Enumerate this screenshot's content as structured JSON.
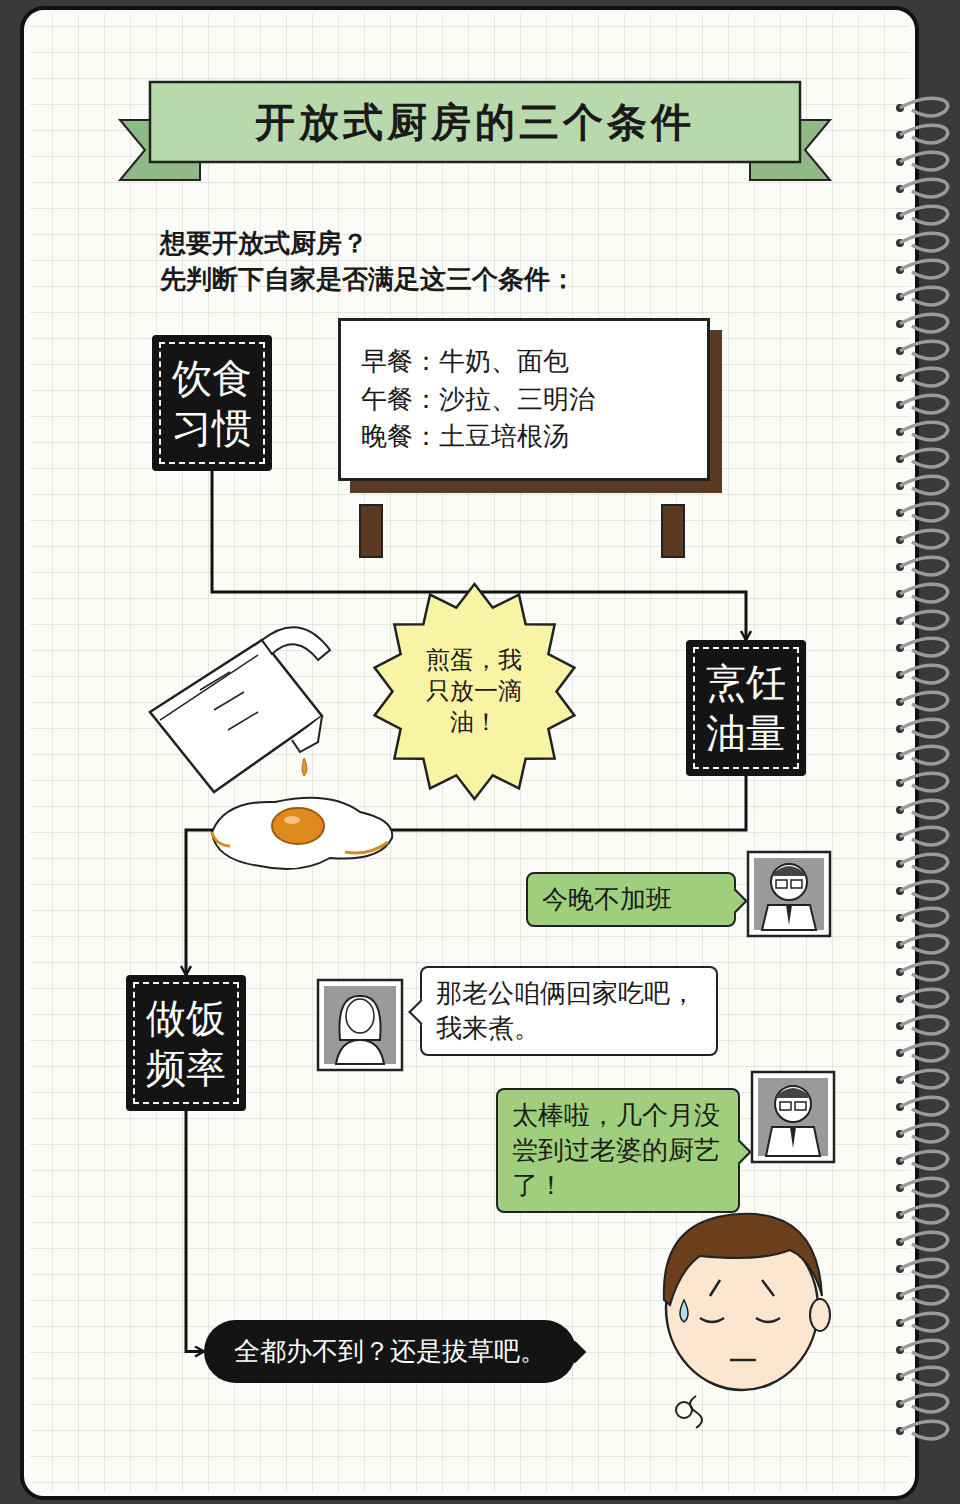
{
  "diagram": {
    "title": "开放式厨房的三个条件",
    "nodes": [
      {
        "text": [
          "饮食习惯"
        ]
      },
      {
        "text": [
          "早餐：牛奶、面包",
          "午餐：沙拉、三明治",
          "晚餐：土豆培根汤"
        ]
      },
      {
        "text": [
          "煎蛋，我只放一滴油！"
        ]
      },
      {
        "text": [
          "烹饪油量"
        ]
      },
      {
        "text": [
          "今晚不加班"
        ]
      },
      {
        "text": [
          "那老公咱俩回家吃吧，我来煮。"
        ]
      },
      {
        "text": [
          "太棒啦，几个月没尝到过老婆的厨艺了！"
        ]
      },
      {
        "text": [
          "做饭频率"
        ]
      },
      {
        "text": [
          "全都办不到？还是拔草吧。"
        ]
      }
    ],
    "edges": [
      {
        "from": 0,
        "to": 3,
        "arrow": "to"
      },
      {
        "from": 3,
        "to": 7,
        "arrow": "to"
      },
      {
        "from": 7,
        "to": 8,
        "arrow": "to"
      }
    ],
    "labels": [
      "想要开放式厨房？",
      "先判断下自家是否满足这三个条件："
    ]
  }
}
